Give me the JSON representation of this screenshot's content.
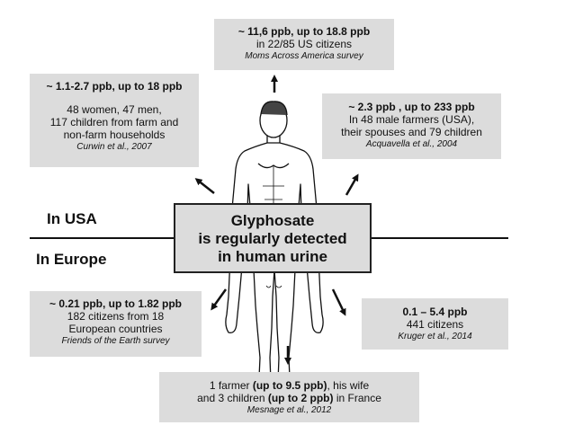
{
  "regions": {
    "usa": "In USA",
    "europe": "In Europe"
  },
  "center": {
    "line1": "Glyphosate",
    "line2": "is regularly detected",
    "line3": "in human urine"
  },
  "boxes": {
    "moms": {
      "head": "~ 11,6 ppb, up to 18.8 ppb",
      "line1": "in 22/85 US citizens",
      "cite": "Moms Across America survey"
    },
    "curwin": {
      "head": "~ 1.1-2.7 ppb, up to 18 ppb",
      "line1": "48 women, 47 men,",
      "line2": "117 children from farm and",
      "line3": "non-farm households",
      "cite": "Curwin et al., 2007"
    },
    "acquavella": {
      "head": "~  2.3 ppb , up to 233 ppb",
      "line1": "In 48 male farmers (USA),",
      "line2": "their spouses and 79 children",
      "cite": "Acquavella et al., 2004"
    },
    "foe": {
      "head": "~ 0.21 ppb, up to 1.82 ppb",
      "line1": "182 citizens from 18",
      "line2": "European countries",
      "cite": "Friends of the Earth survey"
    },
    "kruger": {
      "head": "0.1 – 5.4 ppb",
      "line1": "441 citizens",
      "cite": "Kruger et al., 2014"
    },
    "mesnage": {
      "part1": "1 farmer ",
      "bold1": "(up to 9.5 ppb)",
      "part2": ", his wife",
      "part3": "and 3 children ",
      "bold2": "(up to 2 ppb)",
      "part4": " in France",
      "cite": "Mesnage et al., 2012"
    }
  }
}
